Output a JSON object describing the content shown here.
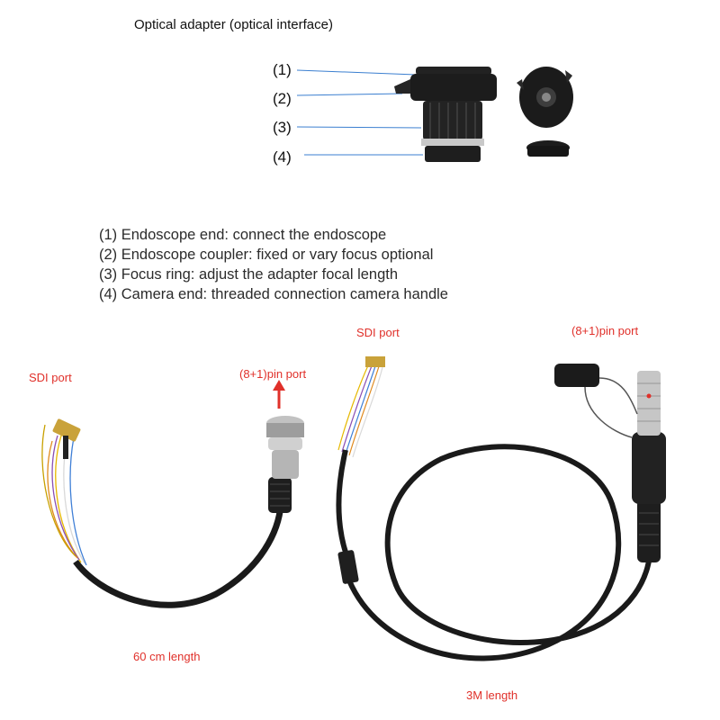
{
  "header": {
    "title": "Optical adapter (optical interface)"
  },
  "callouts": [
    "(1)",
    "(2)",
    "(3)",
    "(4)"
  ],
  "descriptions": [
    "(1) Endoscope end: connect the endoscope",
    "(2) Endoscope coupler: fixed or vary focus optional",
    "(3) Focus ring: adjust the adapter focal length",
    "(4) Camera end: threaded connection camera handle"
  ],
  "cable_short": {
    "sdi_label": "SDI port",
    "pin_label": "(8+1)pin port",
    "length_label": "60 cm length"
  },
  "cable_long": {
    "sdi_label": "SDI port",
    "pin_label": "(8+1)pin port",
    "length_label": "3M length"
  },
  "colors": {
    "label_red": "#e0302a",
    "leader_blue": "#3b7fd0",
    "cable_black": "#1a1a1a"
  }
}
